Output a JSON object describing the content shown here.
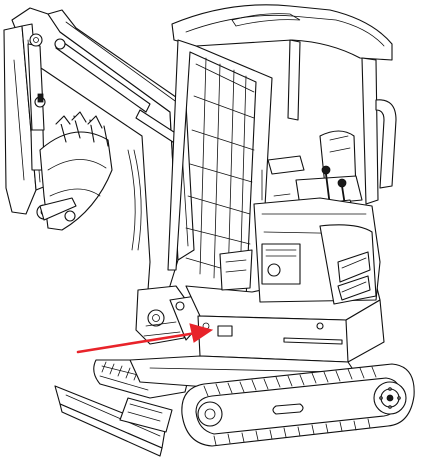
{
  "figure": {
    "subject": "mini-excavator-line-drawing",
    "callout": {
      "type": "arrow",
      "color": "#e8232a",
      "points_to": "serial-number-plate"
    },
    "line_color": "#111111",
    "background": "#ffffff"
  }
}
